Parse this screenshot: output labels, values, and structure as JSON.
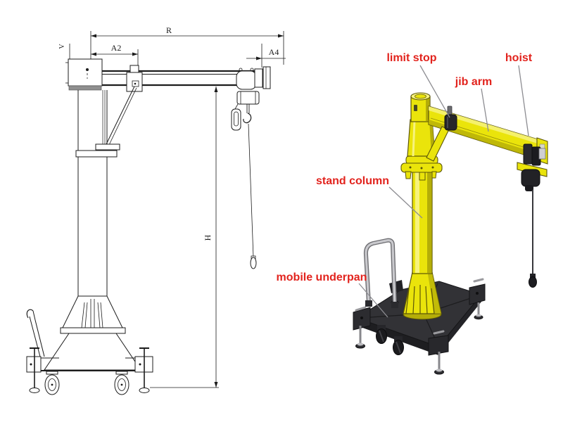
{
  "figure_title": "mobile jib crane diagram",
  "drawing2d": {
    "description": "2D dimensional engineering drawing of mobile jib crane",
    "labels": {
      "R": "R",
      "A2": "A2",
      "A4": "A4",
      "H": "H",
      "V": "V"
    }
  },
  "render3d": {
    "description": "3D rendering of yellow mobile jib crane with part callouts",
    "labels": {
      "limit_stop": "limit stop",
      "jib_arm": "jib arm",
      "hoist": "hoist",
      "stand_column": "stand column",
      "mobile_underpan": "mobile underpan"
    }
  },
  "colors": {
    "background": "#ffffff",
    "drawing_line": "#1c1c1c",
    "crane_yellow": "#eae40b",
    "crane_yellow_light": "#f7f37d",
    "crane_yellow_dark": "#b4ad08",
    "base_dark": "#323236",
    "label_red": "#e2231d",
    "leader_gray": "#8d8d92"
  }
}
